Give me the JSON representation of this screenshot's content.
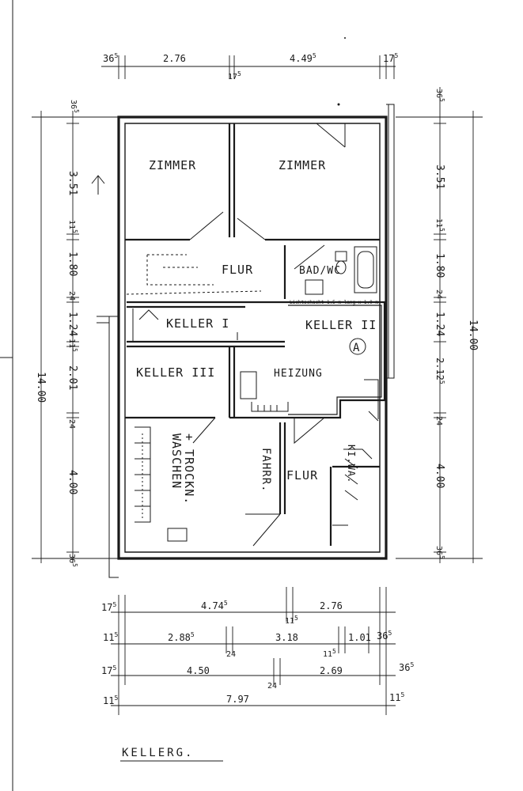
{
  "title": "KELLERG.",
  "rooms": {
    "zimmer_left": "ZIMMER",
    "zimmer_right": "ZIMMER",
    "flur_top": "FLUR",
    "bad_wc": "BAD/WC",
    "keller_1": "KELLER I",
    "keller_2": "KELLER II",
    "keller_3": "KELLER III",
    "heizung": "HEIZUNG",
    "waschen_1": "WASCHEN",
    "waschen_2": "+ TROCKN.",
    "fahrr": "FAHRR.",
    "flur_bottom": "FLUR",
    "kiwa": "KI.WA.",
    "marker": "A",
    "wall_note": "Lichtschacht 1.5 m lang x 1.0 m"
  },
  "dims_top": {
    "a": "36",
    "a_sup": "5",
    "b": "2.76",
    "c": "4.49",
    "c_sup": "5",
    "d": "17",
    "d_sup": "5",
    "e": "17",
    "e_sup": "5"
  },
  "dims_left": {
    "total": "14.00",
    "t1": "36",
    "t1_sup": "5",
    "t2": "3.51",
    "t3": "11",
    "t3_sup": "5",
    "t4": "1.80",
    "t5": "24",
    "t6": "1.24",
    "t7": "11",
    "t7_sup": "5",
    "t8": "2.01",
    "t9": "24",
    "t10": "4.00",
    "t11": "36",
    "t11_sup": "5"
  },
  "dims_right": {
    "total": "14.00",
    "r1": "36",
    "r1_sup": "5",
    "r2": "3.51",
    "r3": "11",
    "r3_sup": "5",
    "r4": "1.80",
    "r5": "24",
    "r6": "1.24",
    "r7": "2.12",
    "r7_sup": "5",
    "r8": "24",
    "r9": "4.00",
    "r10": "36",
    "r10_sup": "5"
  },
  "dims_bottom": {
    "row1": {
      "a": "17",
      "a_sup": "5",
      "b": "4.74",
      "b_sup": "5",
      "c": "11",
      "c_sup": "5",
      "d": "2.76"
    },
    "row2": {
      "a": "11",
      "a_sup": "5",
      "b": "2.88",
      "b_sup": "5",
      "c": "24",
      "d": "3.18",
      "e": "11",
      "e_sup": "5",
      "f": "1.01",
      "g": "36",
      "g_sup": "5"
    },
    "row3": {
      "a": "17",
      "a_sup": "5",
      "b": "4.50",
      "c": "24",
      "d": "2.69",
      "e": "36",
      "e_sup": "5"
    },
    "row4": {
      "a": "11",
      "a_sup": "5",
      "b": "7.97",
      "c": "11",
      "c_sup": "5"
    }
  }
}
